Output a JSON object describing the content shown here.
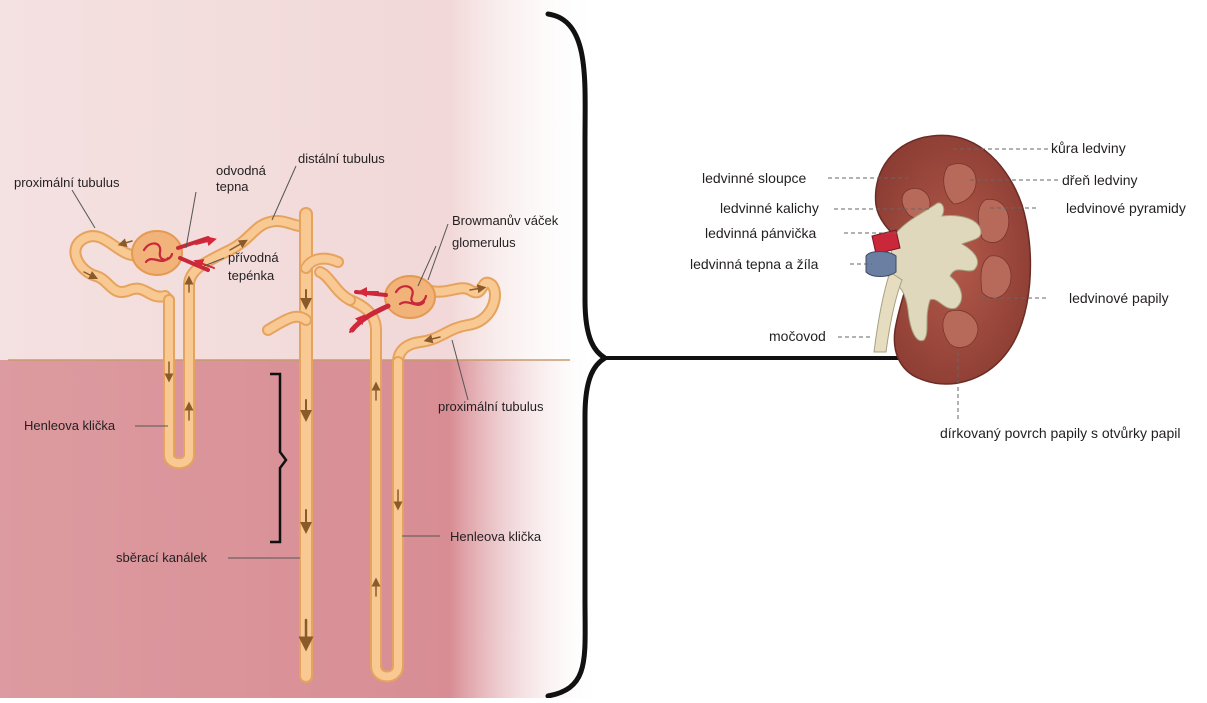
{
  "nephron": {
    "labels": {
      "proximal_tubule_left": "proximální tubulus",
      "efferent_arteriole": [
        "odvodná",
        "tepna"
      ],
      "distal_tubule": "distální tubulus",
      "bowman_capsule": "Browmanův váček",
      "glomerulus": "glomerulus",
      "afferent_arteriole": [
        "přívodná",
        "tepénka"
      ],
      "proximal_tubule_right": "proximální tubulus",
      "loop_of_henle_left": "Henleova klička",
      "collecting_duct": "sběrací kanálek",
      "loop_of_henle_right": "Henleova klička"
    }
  },
  "kidney": {
    "labels": {
      "cortex": "kůra ledviny",
      "renal_columns": "ledvinné sloupce",
      "medulla": "dřeň ledviny",
      "calyces": "ledvinné kalichy",
      "pyramids": "ledvinové pyramidy",
      "pelvis": "ledvinná pánvička",
      "artery_vein": "ledvinná tepna a žíla",
      "papillae": "ledvinové papily",
      "ureter": "močovod",
      "papilla_surface": "dírkovaný povrch papily s otvůrky papil"
    }
  },
  "colors": {
    "cortex_bg": "#f3dcdc",
    "medulla_bg": "#dd9aa0",
    "tubule": "#f9c993",
    "tubule_edge": "#e6a35e",
    "arrow": "#8a5a2b",
    "artery": "#c8283a",
    "kidney_cortex": "#9c4a3e",
    "kidney_pelvis": "#e0d8bd"
  }
}
